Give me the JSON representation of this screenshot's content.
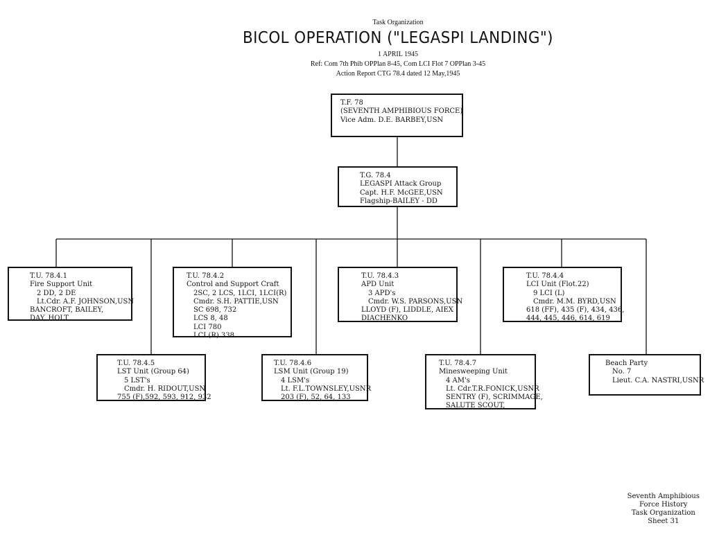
{
  "header": {
    "task_org": "Task Organization",
    "title": "BICOL OPERATION (\"LEGASPI LANDING\")",
    "date": "1  APRIL  1945",
    "ref1": "Ref: Com 7th Phib OPPlan 8-45, Com LCI Flot 7 OPPlan 3-45",
    "ref2": "Action Report CTG 78.4 dated 12 May,1945"
  },
  "boxes": {
    "tf78": [
      "T.F. 78",
      "(SEVENTH AMPHIBIOUS FORCE)",
      "Vice Adm. D.E. BARBEY,USN"
    ],
    "tg784": [
      "T.G. 78.4",
      "LEGASPI Attack Group",
      "Capt. H.F. McGEE,USN",
      "Flagship-BAILEY - DD"
    ],
    "tu7841": [
      "T.U. 78.4.1",
      "Fire Support Unit",
      "2 DD, 2 DE",
      "Lt.Cdr. A.F. JOHNSON,USN",
      "BANCROFT, BAILEY,",
      "DAY, HOLT"
    ],
    "tu7842": [
      "T.U. 78.4.2",
      "Control and Support Craft",
      "2SC, 2 LCS, 1LCI, 1LCI(R)",
      "Cmdr. S.H. PATTIE,USN",
      "SC 698, 732",
      "LCS 8, 48",
      "LCI 780",
      "LCI (R) 338"
    ],
    "tu7843": [
      "T.U. 78.4.3",
      "APD Unit",
      "3 APD's",
      "Cmdr. W.S. PARSONS,USN",
      "LLOYD (F), LIDDLE, AIEX",
      "DIACHENKO"
    ],
    "tu7844": [
      "T.U. 78.4.4",
      "LCI Unit (Flot.22)",
      "9 LCI (L)",
      "Cmdr. M.M. BYRD,USN",
      "618 (FF), 435 (F), 434, 436,",
      "444, 445, 446, 614, 619"
    ],
    "tu7845": [
      "T.U. 78.4.5",
      "LST Unit (Group 64)",
      "5 LST's",
      "Cmdr. H. RIDOUT,USN",
      "755 (F),592, 593, 912, 932"
    ],
    "tu7846": [
      "T.U. 78.4.6",
      "LSM Unit (Group 19)",
      "4 LSM's",
      "Lt. F.L.TOWNSLEY,USNR",
      "203 (F), 52, 64, 133"
    ],
    "tu7847": [
      "T.U. 78.4.7",
      "Minesweeping Unit",
      "4 AM's",
      "Lt. Cdr.T.R.FONICK,USNR",
      "SENTRY (F), SCRIMMAGE,",
      "SALUTE  SCOUT,"
    ],
    "beach": [
      "Beach Party",
      "No. 7",
      "Lieut. C.A. NASTRI,USNR"
    ]
  },
  "footer": [
    "Seventh Amphibious",
    "Force History",
    "Task Organization",
    "Sheet 31"
  ]
}
